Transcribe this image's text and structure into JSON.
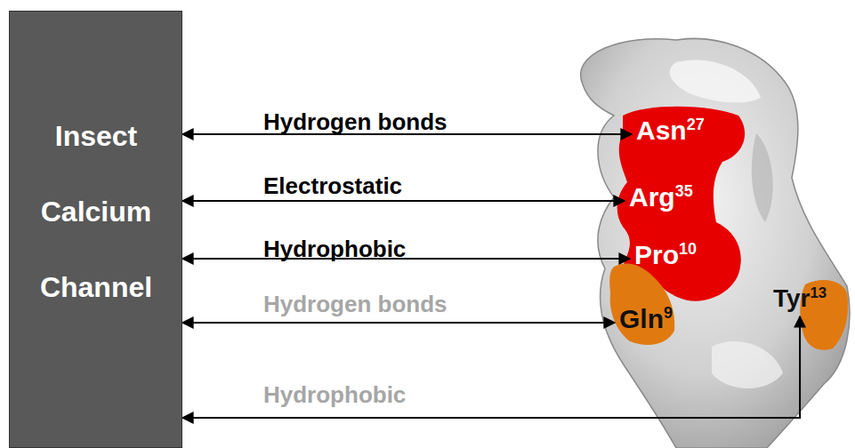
{
  "diagram": {
    "nodes": [
      {
        "text": [
          "Insect Calcium Channel"
        ]
      },
      {
        "text": [
          "Asn",
          "27"
        ]
      },
      {
        "text": [
          "Arg",
          "35"
        ]
      },
      {
        "text": [
          "Pro",
          "10"
        ]
      },
      {
        "text": [
          "Gln",
          "9"
        ]
      },
      {
        "text": [
          "Tyr",
          "13"
        ]
      }
    ],
    "edges": [
      {
        "from": 0,
        "to": 1,
        "label": "Hydrogen bonds",
        "arrow": "both"
      },
      {
        "from": 0,
        "to": 2,
        "label": "Electrostatic",
        "arrow": "both"
      },
      {
        "from": 0,
        "to": 3,
        "label": "Hydrophobic",
        "arrow": "both"
      },
      {
        "from": 0,
        "to": 4,
        "label": "Hydrogen bonds",
        "arrow": "both"
      },
      {
        "from": 0,
        "to": 5,
        "label": "Hydrophobic",
        "arrow": "both"
      }
    ]
  }
}
